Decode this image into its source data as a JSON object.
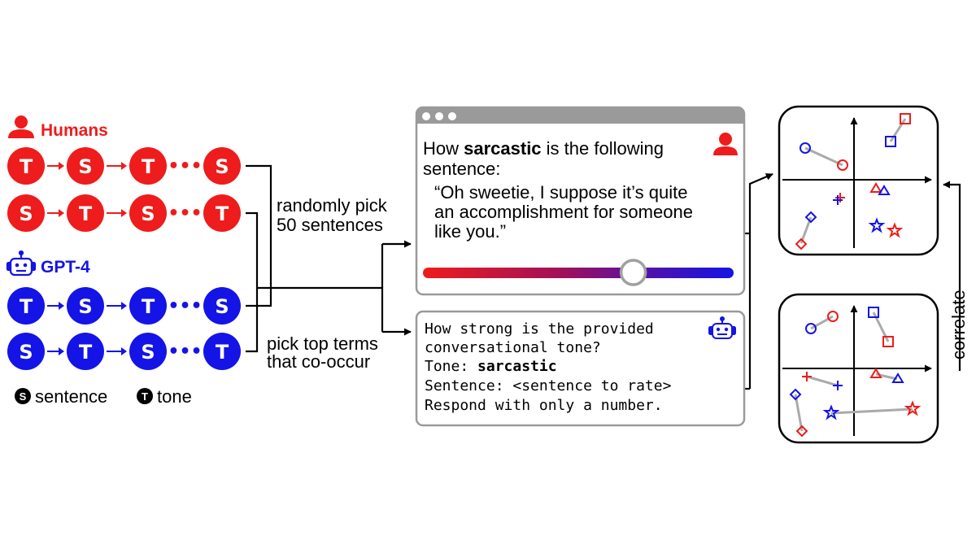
{
  "colors": {
    "human": "#ee1c1c",
    "gpt": "#1414e6",
    "frame": "#888888",
    "line": "#000000"
  },
  "groups": [
    {
      "label": "Humans",
      "icon": "person-icon",
      "color": "#ee1c1c",
      "rows": [
        [
          "T",
          "S",
          "T",
          "S"
        ],
        [
          "S",
          "T",
          "S",
          "T"
        ]
      ]
    },
    {
      "label": "GPT-4",
      "icon": "robot-icon",
      "color": "#1414e6",
      "rows": [
        [
          "T",
          "S",
          "T",
          "S"
        ],
        [
          "S",
          "T",
          "S",
          "T"
        ]
      ]
    }
  ],
  "ellipsis": "•••",
  "legend": [
    {
      "key": "S",
      "text": "sentence"
    },
    {
      "key": "T",
      "text": "tone"
    }
  ],
  "flow": {
    "pick_random": [
      "randomly pick",
      "50 sentences"
    ],
    "pick_top": [
      "pick top terms",
      "that co-occur"
    ]
  },
  "human_prompt": {
    "prefix": "How ",
    "bold": "sarcastic",
    "suffix": " is the following",
    "line2": "sentence:",
    "quote": [
      "“Oh sweetie, I suppose it’s quite",
      "an accomplishment for someone",
      "like you.”"
    ],
    "slider_value": 0.6
  },
  "gpt_prompt": {
    "lines": [
      "How strong is the provided",
      "conversational tone?"
    ],
    "tone_label": "Tone: ",
    "tone_value": "sarcastic",
    "sentence_line": "Sentence: <sentence to rate>",
    "respond_line": "Respond with only a number."
  },
  "correlate": "correlate"
}
